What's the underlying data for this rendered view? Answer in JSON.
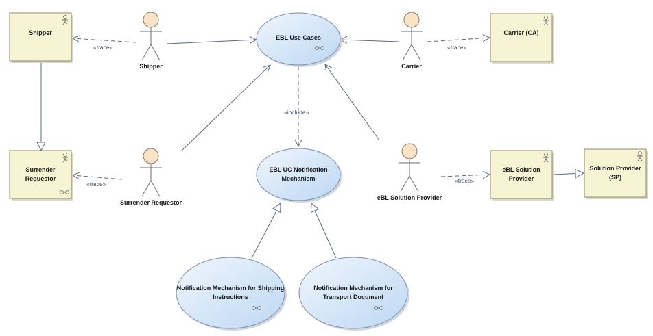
{
  "classes": {
    "shipper": "Shipper",
    "surrender_requestor_1": "Surrender",
    "surrender_requestor_2": "Requestor",
    "carrier_ca": "Carrier (CA)",
    "ebl_solution_provider_1": "eBL Solution",
    "ebl_solution_provider_2": "Provider",
    "solution_provider_sp_1": "Solution Provider",
    "solution_provider_sp_2": "(SP)"
  },
  "actors": {
    "shipper": "Shipper",
    "carrier": "Carrier",
    "surrender_requestor": "Surrender Requestor",
    "ebl_solution_provider": "eBL Solution Provider"
  },
  "use_cases": {
    "ebl_use_cases": "EBL Use Cases",
    "notification_1": "EBL UC Notification",
    "notification_2": "Mechanism",
    "shipping_instructions_1": "Notification Mechanism for Shipping",
    "shipping_instructions_2": "Instructions",
    "transport_document_1": "Notification Mechanism for",
    "transport_document_2": "Transport Document"
  },
  "stereotypes": {
    "trace": "«trace»",
    "include": "«include»"
  }
}
